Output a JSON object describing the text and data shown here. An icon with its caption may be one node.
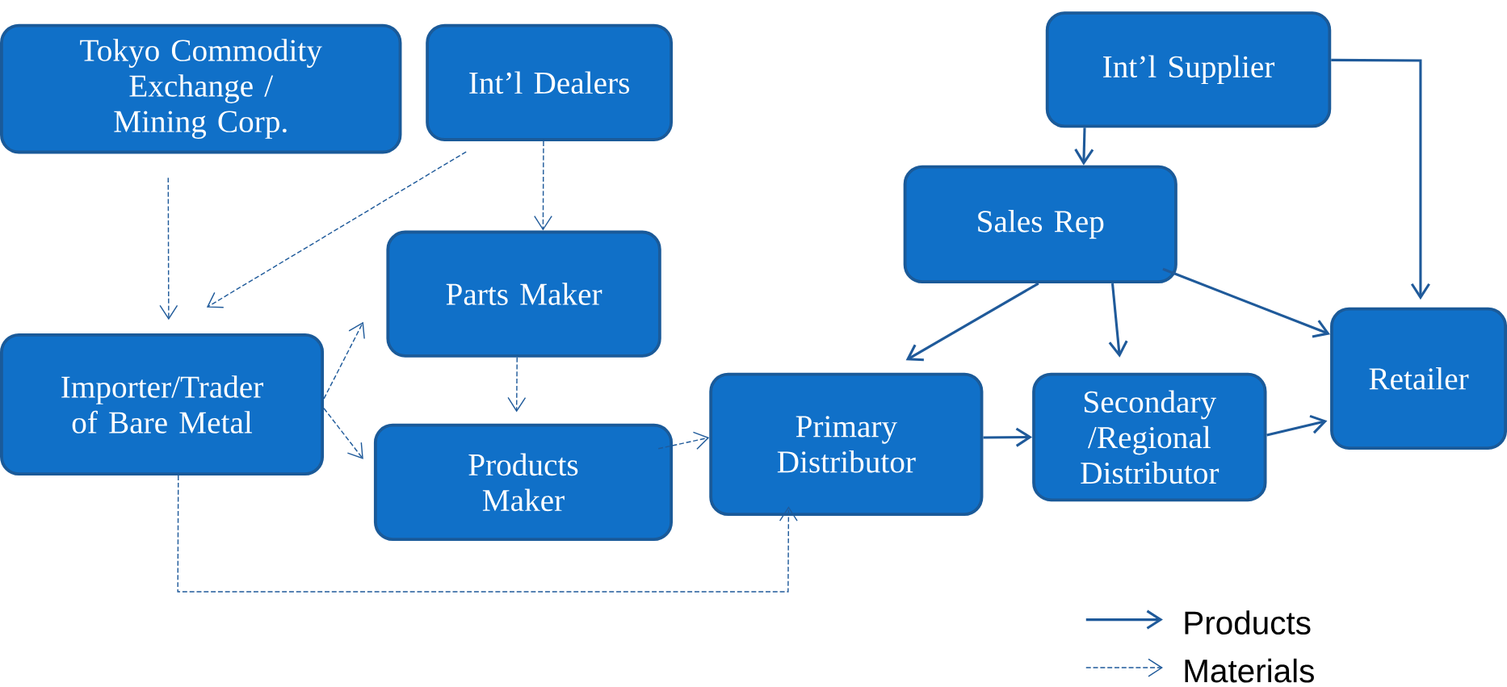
{
  "diagram": {
    "nodes": [
      {
        "text": [
          "Tokyo Commodity Exchange / Mining Corp."
        ]
      },
      {
        "text": [
          "Int’l Dealers"
        ]
      },
      {
        "text": [
          "Int’l Supplier"
        ]
      },
      {
        "text": [
          "Sales Rep"
        ]
      },
      {
        "text": [
          "Parts Maker"
        ]
      },
      {
        "text": [
          "Importer/Trader of Bare Metal"
        ]
      },
      {
        "text": [
          "Products Maker"
        ]
      },
      {
        "text": [
          "Primary Distributor"
        ]
      },
      {
        "text": [
          "Secondary /Regional Distributor"
        ]
      },
      {
        "text": [
          "Retailer"
        ]
      }
    ],
    "edges": [
      {
        "from": 0,
        "to": 5,
        "arrow": "to",
        "style": "dashed"
      },
      {
        "from": 1,
        "to": 5,
        "arrow": "to",
        "style": "dashed"
      },
      {
        "from": 1,
        "to": 4,
        "arrow": "to",
        "style": "dashed"
      },
      {
        "from": 5,
        "to": 4,
        "arrow": "to",
        "style": "dashed"
      },
      {
        "from": 5,
        "to": 6,
        "arrow": "to",
        "style": "dashed"
      },
      {
        "from": 4,
        "to": 6,
        "arrow": "to",
        "style": "dashed"
      },
      {
        "from": 6,
        "to": 7,
        "arrow": "to",
        "style": "dashed"
      },
      {
        "from": 5,
        "to": 7,
        "arrow": "to",
        "style": "dashed"
      },
      {
        "from": 2,
        "to": 3,
        "arrow": "to"
      },
      {
        "from": 2,
        "to": 9,
        "arrow": "to"
      },
      {
        "from": 3,
        "to": 7,
        "arrow": "to"
      },
      {
        "from": 3,
        "to": 8,
        "arrow": "to"
      },
      {
        "from": 3,
        "to": 9,
        "arrow": "to"
      },
      {
        "from": 7,
        "to": 8,
        "arrow": "to"
      },
      {
        "from": 8,
        "to": 9,
        "arrow": "to"
      }
    ],
    "legend": [
      {
        "text": "Products"
      },
      {
        "text": "Materials"
      }
    ]
  }
}
